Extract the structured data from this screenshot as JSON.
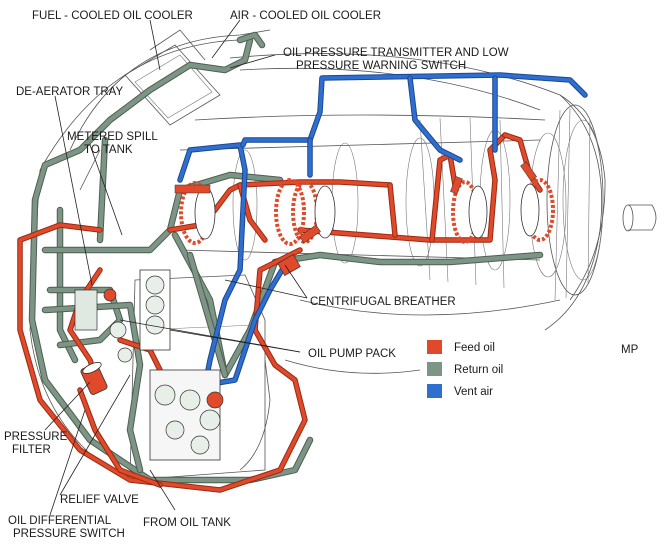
{
  "labels": {
    "fuel_cooled": "FUEL - COOLED OIL COOLER",
    "air_cooled": "AIR - COOLED OIL COOLER",
    "transmitter_1": "OIL PRESSURE TRANSMITTER AND LOW",
    "transmitter_2": "PRESSURE WARNING SWITCH",
    "deaerator": "DE-AERATOR TRAY",
    "metered_1": "METERED SPILL",
    "metered_2": "TO TANK",
    "breather": "CENTRIFUGAL BREATHER",
    "pump_pack": "OIL PUMP PACK",
    "pressure_filter_1": "PRESSURE",
    "pressure_filter_2": "FILTER",
    "relief_valve": "RELIEF VALVE",
    "diff_switch_1": "OIL DIFFERENTIAL",
    "diff_switch_2": "PRESSURE SWITCH",
    "from_tank": "FROM OIL TANK",
    "mp": "MP"
  },
  "legend": [
    {
      "label": "Feed oil",
      "color": "#e04a2a"
    },
    {
      "label": "Return oil",
      "color": "#7d9584"
    },
    {
      "label": "Vent air",
      "color": "#2f6fd0"
    }
  ],
  "colors": {
    "feed": "#e04a2a",
    "feed_dark": "#9a2a14",
    "return": "#7d9584",
    "return_dark": "#4d5f52",
    "vent": "#2f6fd0",
    "vent_dark": "#1d4790",
    "sketch": "#555555"
  }
}
